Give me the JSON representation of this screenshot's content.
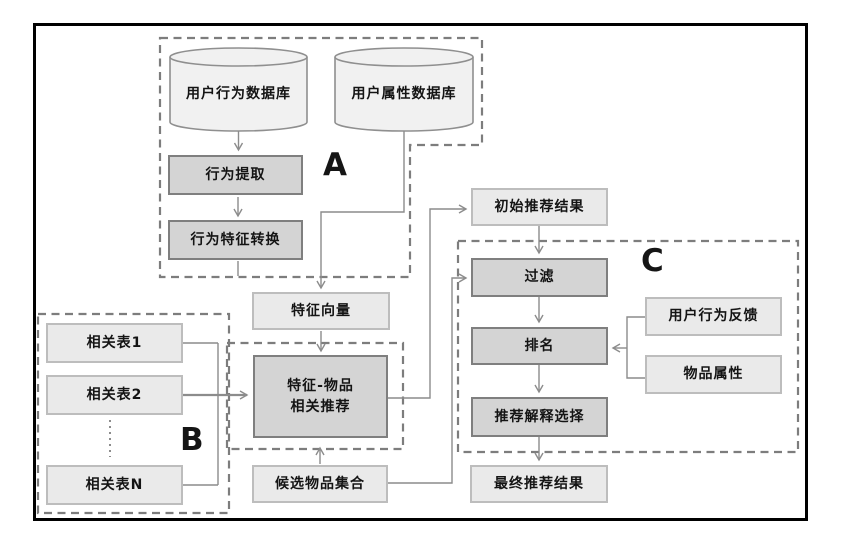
{
  "figure": {
    "regions": {
      "a": {
        "label": "A"
      },
      "b": {
        "label": "B"
      },
      "c": {
        "label": "C"
      }
    },
    "nodes": {
      "user_behavior_db": {
        "label": "用户行为数据库",
        "type": "database"
      },
      "user_attribute_db": {
        "label": "用户属性数据库",
        "type": "database"
      },
      "behavior_extraction": {
        "label": "行为提取",
        "type": "process"
      },
      "behavior_feature_transform": {
        "label": "行为特征转换",
        "type": "process"
      },
      "feature_vector": {
        "label": "特征向量",
        "type": "data"
      },
      "feature_item_recommend": {
        "label": "特征-物品\n相关推荐",
        "type": "process"
      },
      "candidate_item_set": {
        "label": "候选物品集合",
        "type": "data"
      },
      "related_table_1": {
        "label": "相关表1",
        "type": "data"
      },
      "related_table_2": {
        "label": "相关表2",
        "type": "data"
      },
      "related_table_n": {
        "label": "相关表N",
        "type": "data"
      },
      "initial_result": {
        "label": "初始推荐结果",
        "type": "data"
      },
      "filter": {
        "label": "过滤",
        "type": "process"
      },
      "ranking": {
        "label": "排名",
        "type": "process"
      },
      "explanation_selection": {
        "label": "推荐解释选择",
        "type": "process"
      },
      "final_result": {
        "label": "最终推荐结果",
        "type": "data"
      },
      "user_behavior_feedback": {
        "label": "用户行为反馈",
        "type": "data"
      },
      "item_attributes": {
        "label": "物品属性",
        "type": "data"
      }
    },
    "edges": [
      {
        "from": "用户行为数据库",
        "to": "行为提取"
      },
      {
        "from": "行为提取",
        "to": "行为特征转换"
      },
      {
        "from": "用户属性数据库",
        "to": "特征向量"
      },
      {
        "from": "特征向量",
        "to": "特征-物品相关推荐"
      },
      {
        "from": "相关表1",
        "to": "特征-物品相关推荐"
      },
      {
        "from": "相关表2",
        "to": "特征-物品相关推荐"
      },
      {
        "from": "相关表N",
        "to": "特征-物品相关推荐"
      },
      {
        "from": "候选物品集合",
        "to": "特征-物品相关推荐"
      },
      {
        "from": "特征-物品相关推荐",
        "to": "初始推荐结果"
      },
      {
        "from": "初始推荐结果",
        "to": "过滤"
      },
      {
        "from": "候选物品集合",
        "to": "过滤"
      },
      {
        "from": "过滤",
        "to": "排名"
      },
      {
        "from": "用户行为反馈",
        "to": "排名"
      },
      {
        "from": "物品属性",
        "to": "排名"
      },
      {
        "from": "排名",
        "to": "推荐解释选择"
      },
      {
        "from": "推荐解释选择",
        "to": "最终推荐结果"
      }
    ],
    "colors": {
      "process_fill": "#d4d4d4",
      "process_border": "#7f7f7f",
      "data_fill": "#eaeaea",
      "data_border": "#bdbdbd",
      "cylinder_fill": "#f1f1f1",
      "connector": "#8c8c8c",
      "dashed_region": "#7d7d7d",
      "frame": "#000000",
      "text": "#141414"
    }
  }
}
